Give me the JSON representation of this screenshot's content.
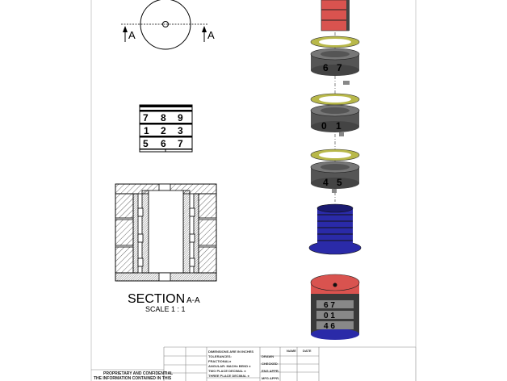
{
  "top_view": {
    "section_label_left": "A",
    "section_label_right": "A"
  },
  "front_view": {
    "rows": [
      [
        "7",
        "8",
        "9"
      ],
      [
        "1",
        "2",
        "3"
      ],
      [
        "5",
        "6",
        "7"
      ]
    ]
  },
  "section_view": {
    "title": "SECTION",
    "id": "A-A",
    "scale": "SCALE 1 : 1"
  },
  "exploded_view": {
    "ring_digits": [
      [
        "6",
        "7"
      ],
      [
        "0",
        "1"
      ],
      [
        "4",
        "5"
      ]
    ],
    "assembly_digits": [
      "6 7",
      "0 1",
      "4 6"
    ]
  },
  "title_block": {
    "name_header": "NAME",
    "date_header": "DATE",
    "dims_note": [
      "DIMENSIONS ARE IN INCHES",
      "TOLERANCES:",
      "FRACTIONAL±",
      "ANGULAR: MACH±   BEND ±",
      "TWO PLACE DECIMAL   ±",
      "THREE PLACE DECIMAL  ±"
    ],
    "roles": [
      "DRAWN",
      "CHECKED",
      "ENG APPR.",
      "MFG APPR."
    ],
    "proprietary": "PROPRIETARY AND CONFIDENTIAL",
    "info": "THE INFORMATION CONTAINED IN THIS"
  },
  "colors": {
    "red": "#d9534f",
    "yellow": "#b8b84a",
    "grey": "#555555",
    "blue": "#2a2aa8",
    "border": "#cccccc"
  }
}
